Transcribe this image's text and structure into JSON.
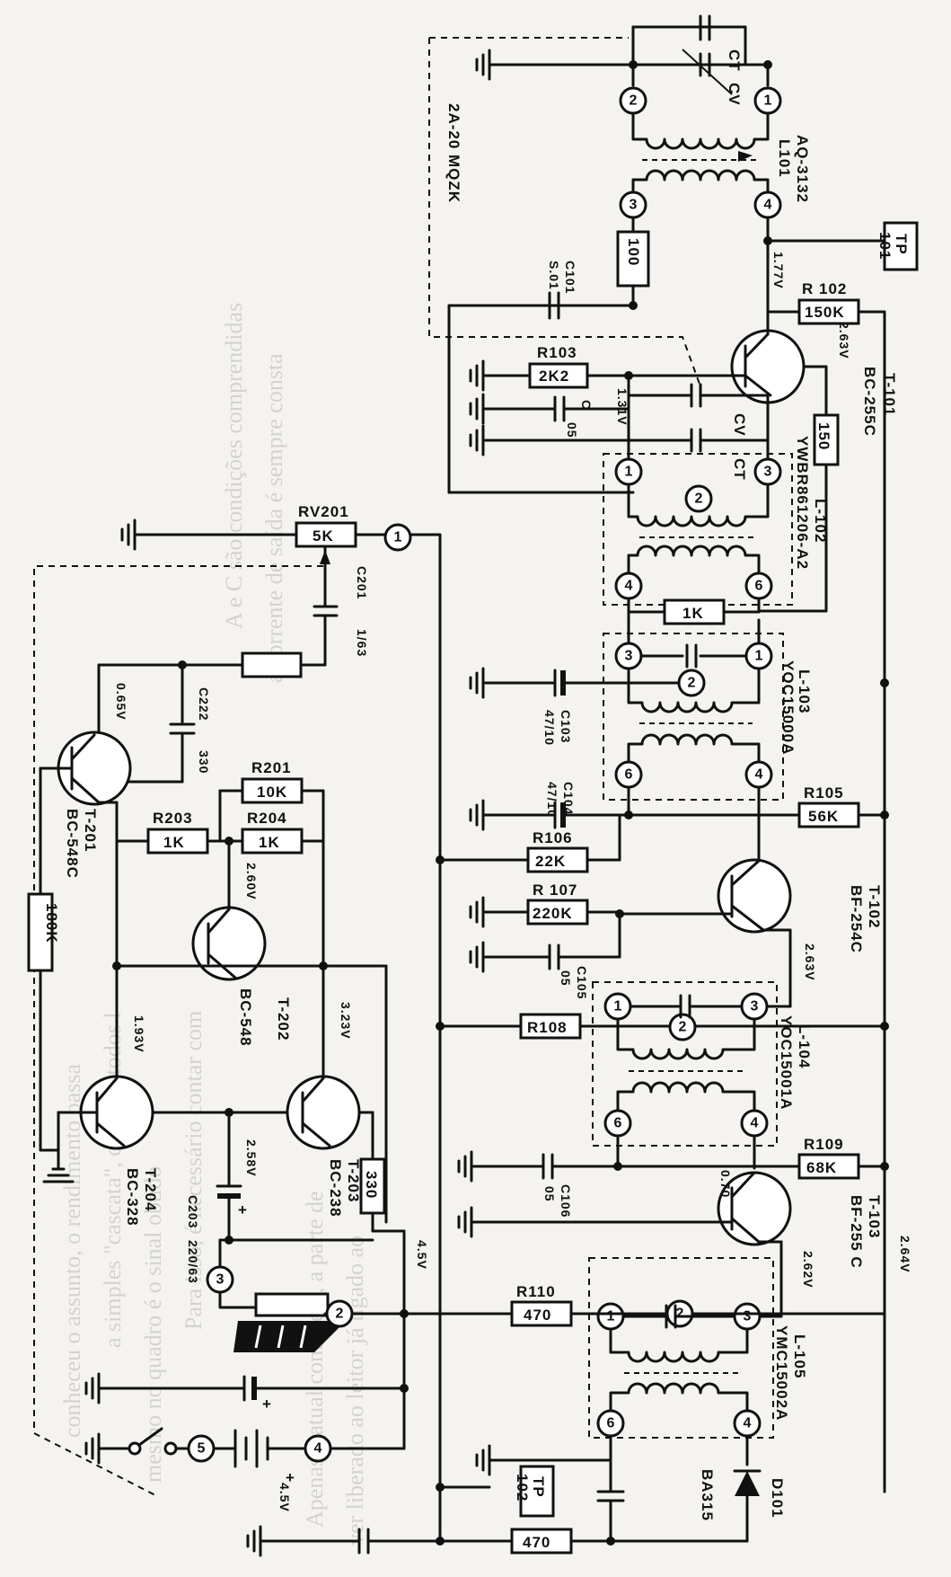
{
  "bleed_text": [
    "conheceu o assunto, o rendimento passa",
    "a simples \"cascata\", do eixo, todos l",
    "mesmo no quadro é o sinal obtido",
    "Para isso, é necessário contar com",
    "A e C são condições comprendidas",
    "a corrente de saída é sempre consta",
    "Apenas a atual contagem, a parte de",
    "ver liberado ao leitor já ligado ao"
  ],
  "labels": {
    "l101_name": "L101",
    "l101_part": "AQ-3132",
    "ct_top": "CT",
    "cv_top": "CV",
    "tuner": "2A-20 MQZK",
    "c101": "C101",
    "c101_val": "S.01",
    "r_100": "100",
    "tp101_a": "TP",
    "tp101_b": "101",
    "v_177": "1.77V",
    "r102": "R 102",
    "r102_val": "150K",
    "v_263a": "2.63V",
    "t101": "T-101",
    "t101_part": "BC-255C",
    "r103": "R103",
    "r103_val": "2K2",
    "v_131": "1.31V",
    "c_small": "C",
    "c_05": "05",
    "cv_mid": "CV",
    "ct_mid": "CT",
    "r_150": "150",
    "l102": "L-102",
    "l102_part": "YWBR861206-A2",
    "r_1k": "1K",
    "c103": "C103",
    "c103_val": "47/10",
    "c104": "C104",
    "c104_val": "47/10",
    "l103": "L-103",
    "l103_part": "YOC15000A",
    "r105": "R105",
    "r105_val": "56K",
    "r106": "R106",
    "r106_val": "22K",
    "r107": "R 107",
    "r107_val": "220K",
    "t102": "T-102",
    "t102_part": "BF-254C",
    "v_263b": "2.63V",
    "c105": "C105",
    "c105_val": "05",
    "r108": "R108",
    "l104": "L-104",
    "l104_part": "YOC15001A",
    "r109": "R109",
    "r109_val": "68K",
    "c106": "C106",
    "c106_val": "05",
    "v_070": "0.70",
    "t103": "T-103",
    "t103_part": "BF-255 C",
    "v_262": "2.62V",
    "v_264": "2.64V",
    "r110": "R110",
    "r110_val": "470",
    "l105": "L-105",
    "l105_part": "YMC15002A",
    "tp102_a": "TP",
    "tp102_b": "102",
    "r_470b": "470",
    "d101": "D101",
    "d101_part": "BA315",
    "rv201": "RV201",
    "rv201_val": "5K",
    "c201": "C201",
    "c201_val": "1/63",
    "v_065": "0.65V",
    "c222": "C222",
    "c222_val": "330",
    "r201": "R201",
    "r201_val": "10K",
    "t201": "T-201",
    "t201_part": "BC-548C",
    "r203": "R203",
    "r203_val": "1K",
    "r204": "R204",
    "r204_val": "1K",
    "v_260": "2.60V",
    "t202": "T-202",
    "t202_part": "BC-548",
    "r_180k": "180K",
    "v_193": "1.93V",
    "v_323": "3.23V",
    "t204": "T-204",
    "t204_part": "BC-328",
    "t203": "T-203",
    "t203_part": "BC-238",
    "v_258": "2.58V",
    "c203": "C203",
    "c203_val": "220/63",
    "r_330": "330",
    "v_45a": "4.5V",
    "v_45b": "4.5V",
    "plus": "+"
  },
  "pins": [
    "1",
    "2",
    "3",
    "4",
    "5",
    "6"
  ]
}
